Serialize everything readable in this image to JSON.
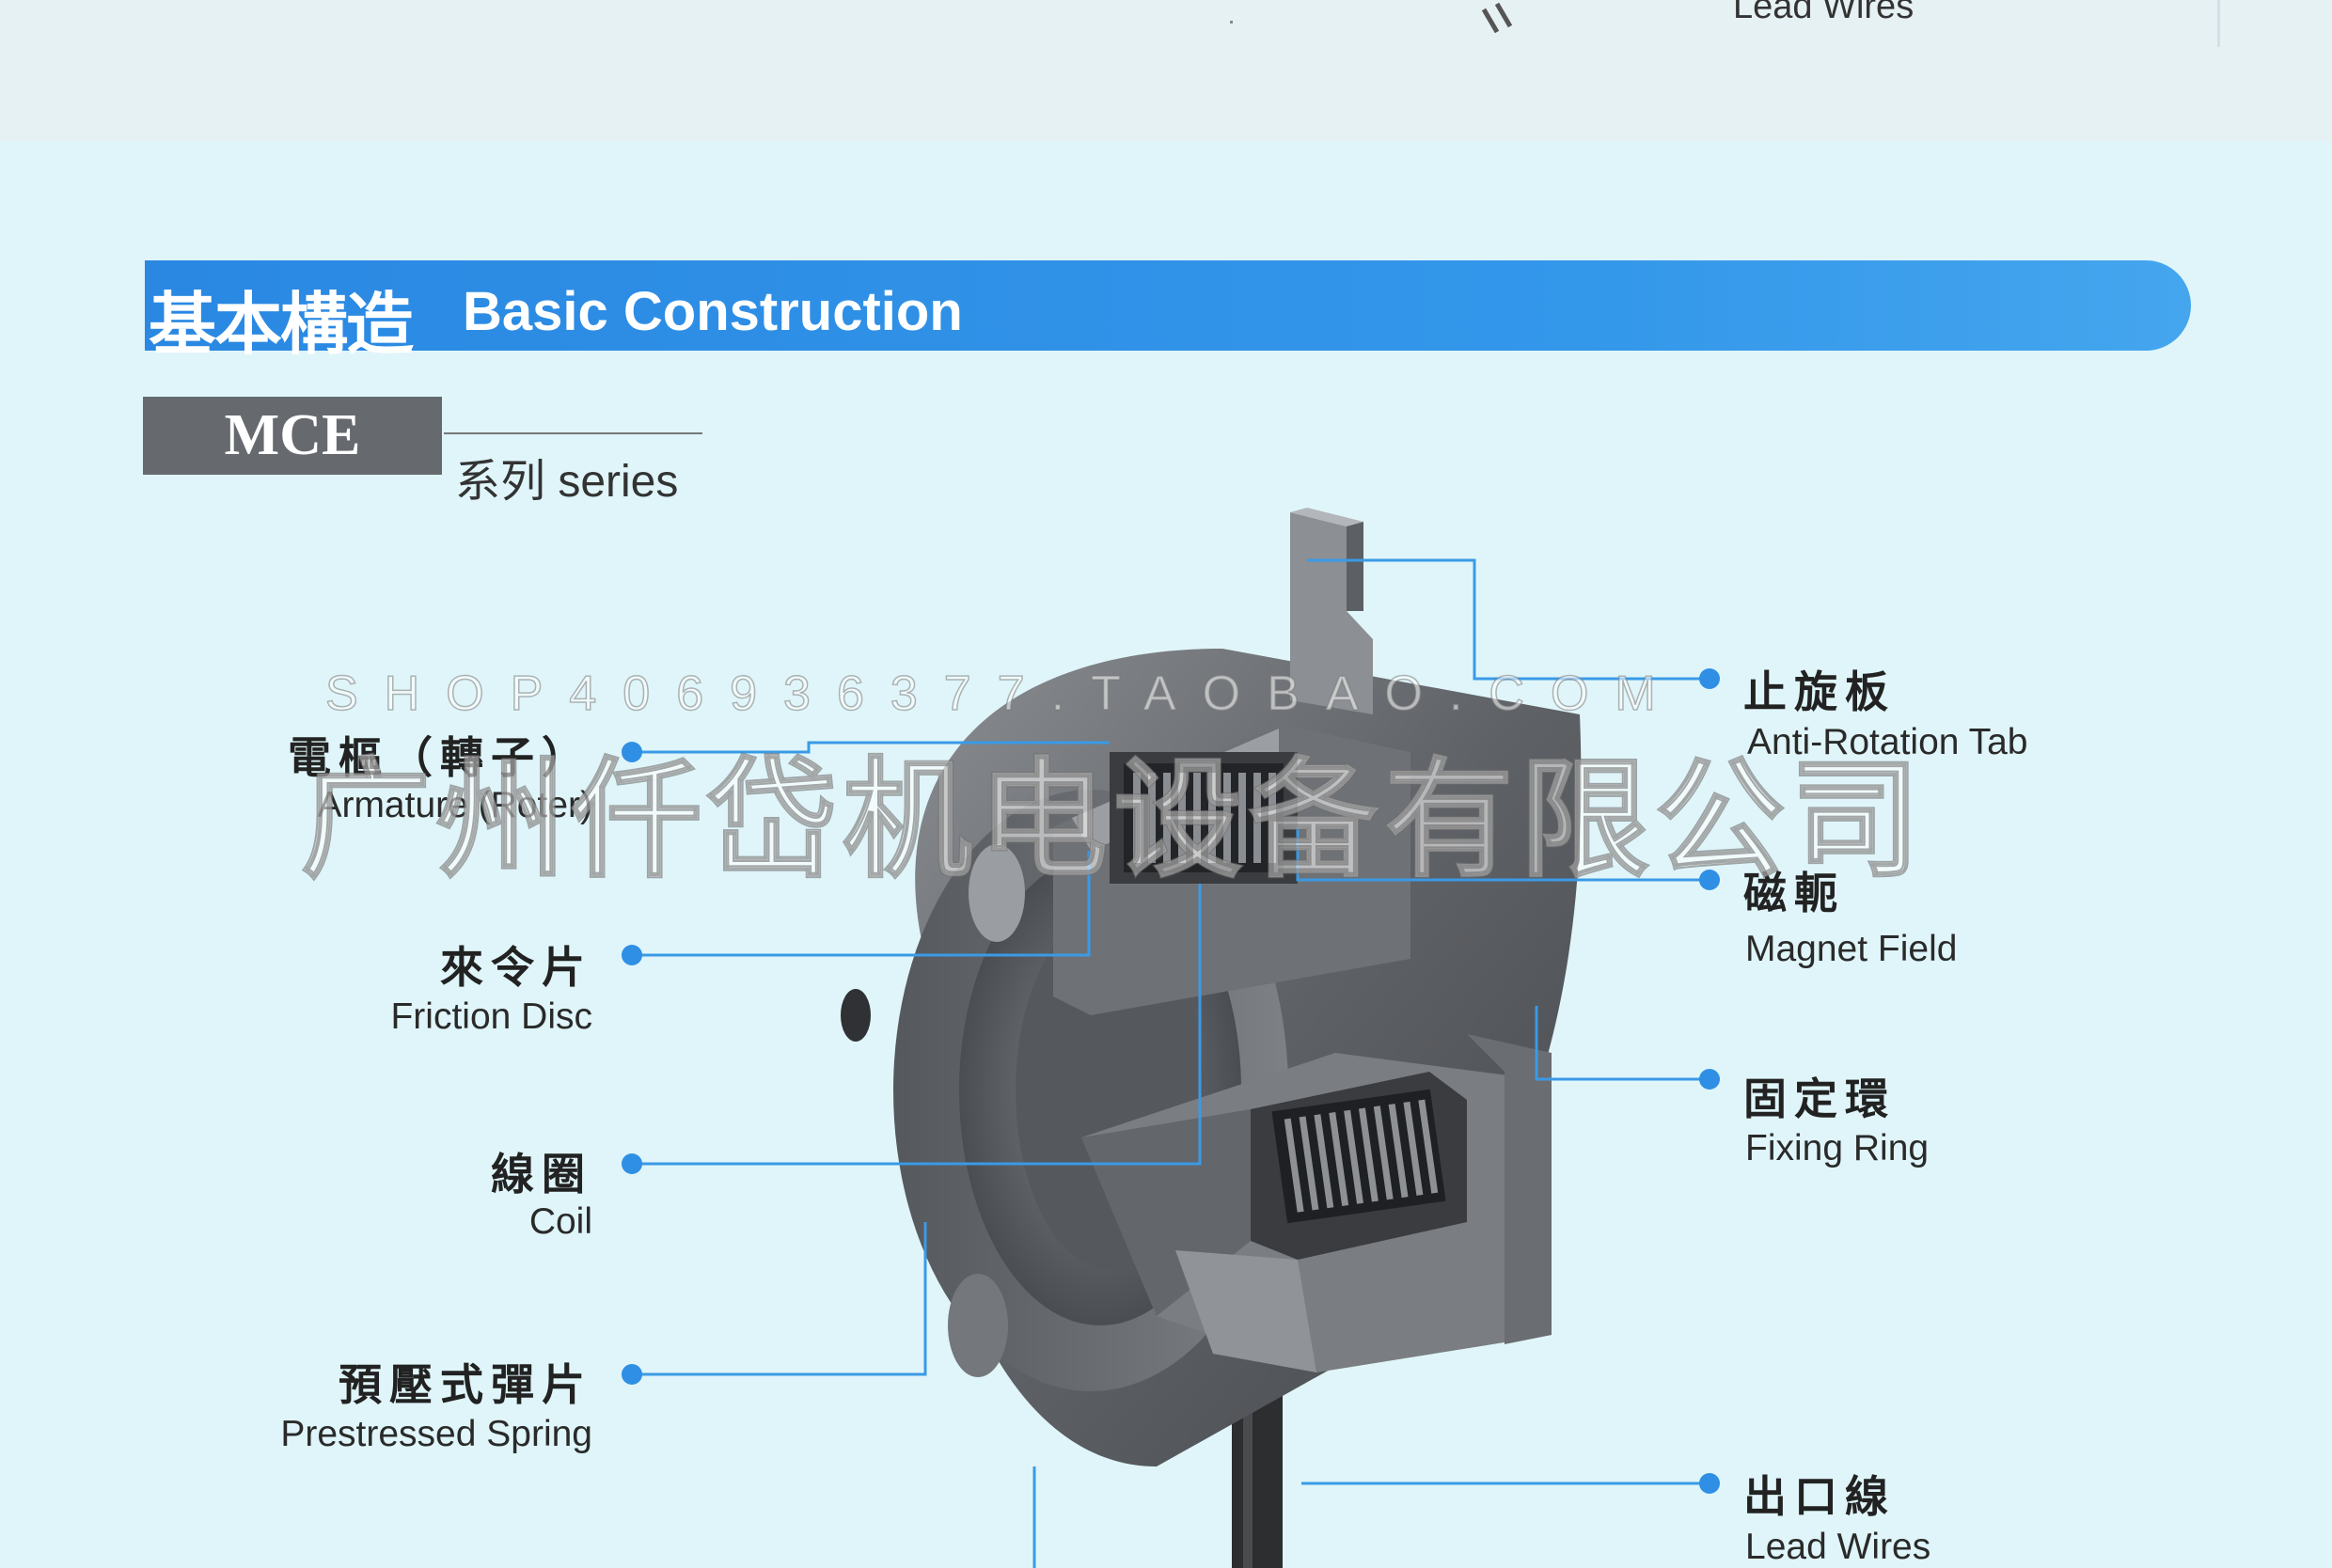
{
  "top": {
    "label": "Lead Wires"
  },
  "section": {
    "title_cn": "基本構造",
    "title_en": "Basic Construction"
  },
  "series": {
    "code": "MCE",
    "label": "系列 series"
  },
  "labels": {
    "armature_cn": "電樞（轉子）",
    "armature_en": "Armature (Roter)",
    "friction_cn": "來令片",
    "friction_en": "Friction Disc",
    "coil_cn": "線圈",
    "coil_en": "Coil",
    "spring_cn": "預壓式彈片",
    "spring_en": "Prestressed Spring",
    "antirot_cn": "止旋板",
    "antirot_en": "Anti-Rotation Tab",
    "magnet_cn": "磁軛",
    "magnet_en": "Magnet Field",
    "fixing_cn": "固定環",
    "fixing_en": "Fixing Ring",
    "lead_cn": "出口線",
    "lead_en": "Lead Wires"
  },
  "watermark": {
    "shop": "SHOP406936377.TAOBAO.COM",
    "company": "广州仟岱机电设备有限公司"
  },
  "colors": {
    "accent": "#2a88e2",
    "leader": "#3a9ae6",
    "background": "#dff5f9",
    "metal": "#6b6e72"
  }
}
